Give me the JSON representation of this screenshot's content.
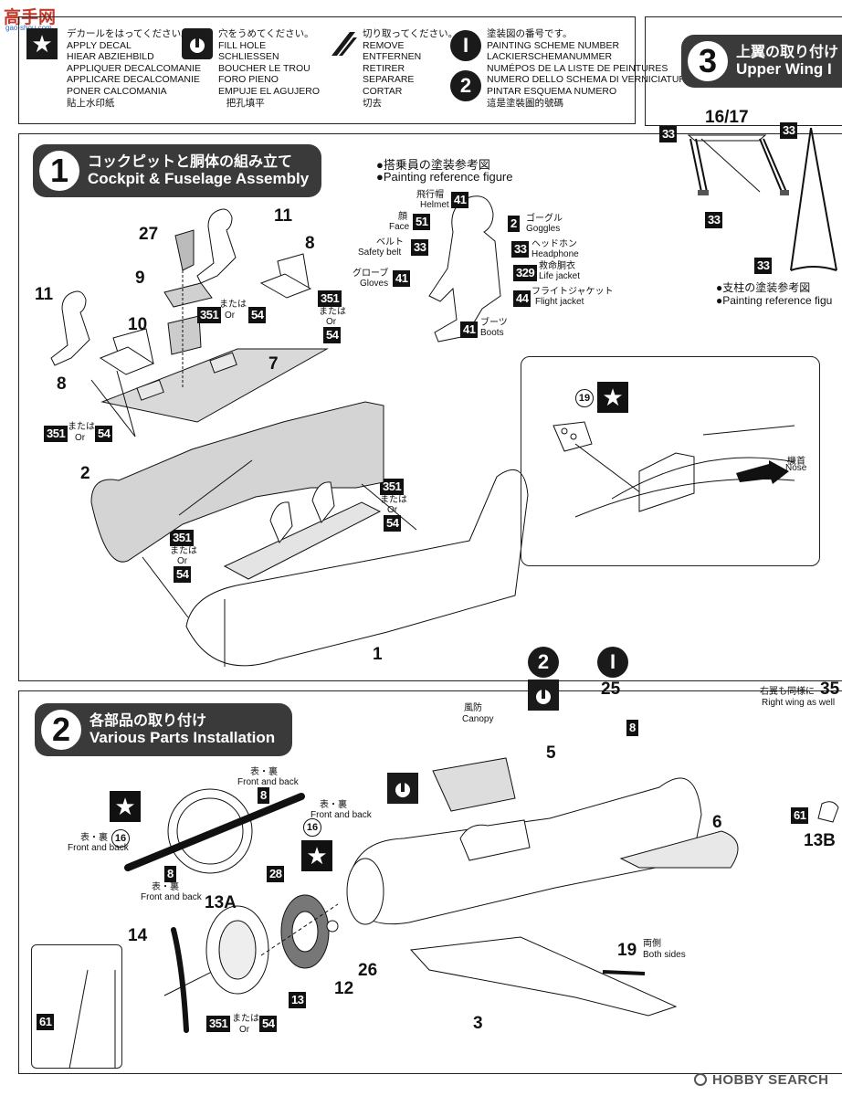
{
  "watermark": {
    "top": "高手网",
    "bottom": "gao-shou.com"
  },
  "legend": {
    "apply": {
      "lines": "デカールをはってください。\nAPPLY DECAL\nHIEAR ABZIEHBILD\nAPPLIQUER DECALCOMANIE\nAPPLICARE DECALCOMANIE\nPONER CALCOMANIA\n貼上水印紙"
    },
    "fill": {
      "lines": "穴をうめてください。\nFILL HOLE\nSCHLIESSEN\nBOUCHER LE TROU\nFORO PIENO\nEMPUJE EL AGUJERO\n   把孔填平"
    },
    "remove": {
      "lines": "切り取ってください。\nREMOVE\nENTFERNEN\nRETIRER\nSEPARARE\nCORTAR\n切去"
    },
    "scheme": {
      "lines": "塗装図の番号です。\nPAINTING SCHEME NUMBER\nLACKIERSCHEMANUMMER\nNUMÉPOS DE LA LISTE DE PEINTURES\nNUMERO DELLO SCHEMA DI VERNICIATURA\nPINTAR ESQUEMA NUMERO\n這是塗裝圖的號碼"
    },
    "scheme1": "I",
    "scheme2": "2"
  },
  "step1": {
    "number": "1",
    "title_jp": "コックピットと胴体の組み立て",
    "title_en": "Cockpit & Fuselage Assembly",
    "parts": [
      "27",
      "11",
      "8",
      "9",
      "10",
      "7",
      "11",
      "8",
      "2",
      "1"
    ],
    "or_jp": "または",
    "or_en": "Or",
    "color_351": "351",
    "color_54": "54"
  },
  "pilot_ref": {
    "title_jp": "●搭乗員の塗装参考図",
    "title_en": "●Painting reference figure",
    "labels": [
      {
        "jp": "飛行帽",
        "en": "Helmet",
        "code": "41"
      },
      {
        "jp": "顔",
        "en": "Face",
        "code": "51"
      },
      {
        "jp": "ベルト",
        "en": "Safety belt",
        "code": "33"
      },
      {
        "jp": "グローブ",
        "en": "Gloves",
        "code": "41"
      },
      {
        "jp": "ゴーグル",
        "en": "Goggles",
        "code": "2"
      },
      {
        "jp": "ヘッドホン",
        "en": "Headphone",
        "code": "33"
      },
      {
        "jp": "救命胴衣",
        "en": "Life jacket",
        "code": "329"
      },
      {
        "jp": "フライトジャケット",
        "en": "Flight jacket",
        "code": "44"
      },
      {
        "jp": "ブーツ",
        "en": "Boots",
        "code": "41"
      }
    ]
  },
  "inset_nose": {
    "part": "19",
    "jp": "機首",
    "en": "Nose"
  },
  "step3": {
    "number": "3",
    "title_jp": "上翼の取り付け",
    "title_en": "Upper Wing I",
    "part": "16/17",
    "code": "33",
    "ref_jp": "●支柱の塗装参考図",
    "ref_en": "●Painting reference figu"
  },
  "step2": {
    "number": "2",
    "title_jp": "各部品の取り付け",
    "title_en": "Various Parts Installation",
    "canopy_jp": "風防",
    "canopy_en": "Canopy",
    "front_back_jp": "表・裏",
    "front_back_en": "Front and back",
    "both_jp": "両側",
    "both_en": "Both sides",
    "right_jp": "右翼も同様に",
    "right_en": "Right wing as well",
    "parts": {
      "p25": "25",
      "p5": "5",
      "p6": "6",
      "p13a": "13A",
      "p14": "14",
      "p12": "12",
      "p26": "26",
      "p3": "3",
      "p19": "19",
      "p13b": "13B",
      "p35": "35",
      "p28": "28",
      "p8": "8",
      "p16": "16",
      "p13": "13",
      "p61": "61"
    }
  },
  "footer": {
    "brand": "HOBBY SEARCH"
  }
}
